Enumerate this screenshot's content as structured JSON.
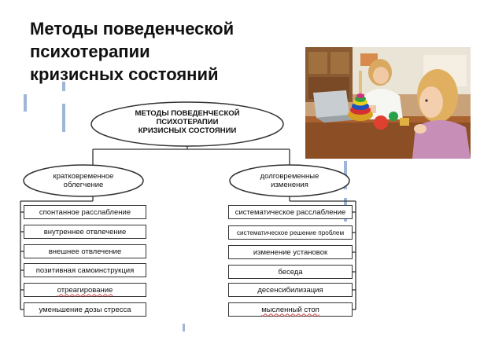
{
  "slide": {
    "title_line1": "Методы поведенческой психотерапии",
    "title_line2": "кризисных состояний"
  },
  "diagram": {
    "root": {
      "line1": "МЕТОДЫ ПОВЕДЕНЧЕСКОЙ",
      "line2": "ПСИХОТЕРАПИИ",
      "line3": "КРИЗИСНЫХ СОСТОЯНИИ"
    },
    "left_branch": {
      "line1": "кратковременное",
      "line2": "облегчение",
      "items": [
        "спонтанное расслабление",
        "внутреннее отвлечение",
        "внешнее отвлечение",
        "позитивная самоинструкция",
        "отреагирование",
        "уменьшение дозы стресса"
      ]
    },
    "right_branch": {
      "line1": "долговременные",
      "line2": "изменения",
      "items": [
        "систематическое расслабление",
        "систематическое решение проблем",
        "изменение установок",
        "беседа",
        "десенсибилизация",
        "мысленный стоп"
      ]
    }
  },
  "colors": {
    "accent_decor": "#9eb6d8",
    "line": "#333333"
  }
}
